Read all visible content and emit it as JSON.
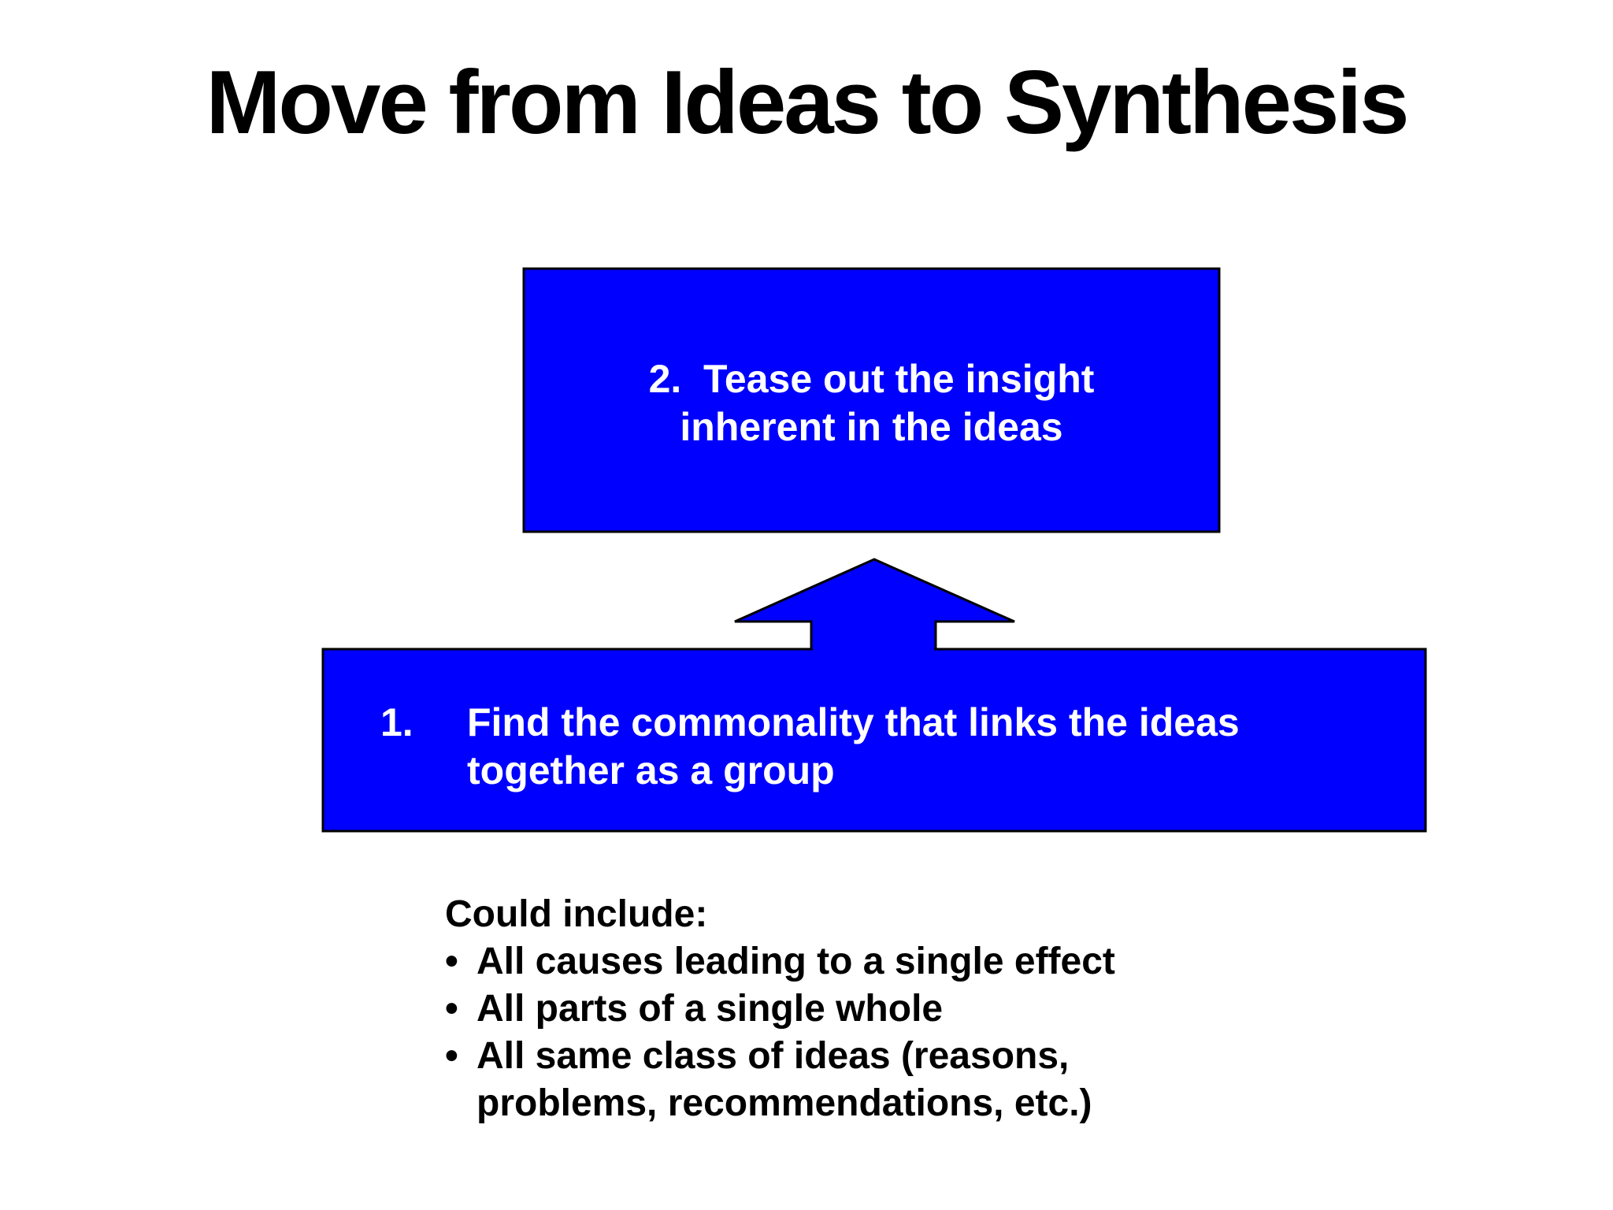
{
  "title": "Move from Ideas to Synthesis",
  "colors": {
    "box_fill": "#0000FF",
    "box_border": "#000000",
    "box_text": "#FFFFFF",
    "body_text": "#000000",
    "background": "#FFFFFF"
  },
  "step2_box": {
    "line1": "2.  Tease out the insight",
    "line2": "inherent in the ideas"
  },
  "step1_box": {
    "number": "1.",
    "line1": "Find the commonality that links the ideas",
    "line2": "together as a group"
  },
  "notes": {
    "intro": "Could include:",
    "bullet": "•",
    "items": [
      {
        "lines": [
          "All causes leading to a single effect"
        ]
      },
      {
        "lines": [
          "All parts of a single whole"
        ]
      },
      {
        "lines": [
          "All same class of ideas (reasons,",
          "problems, recommendations, etc.)"
        ]
      }
    ]
  }
}
